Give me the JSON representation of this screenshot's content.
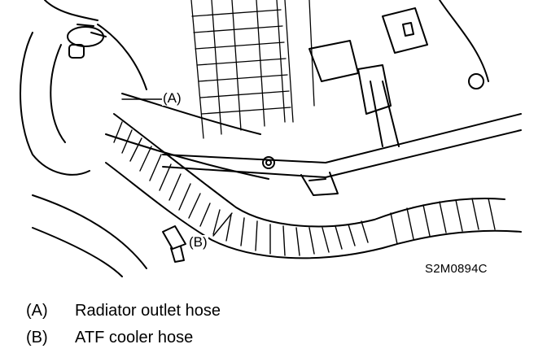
{
  "diagram": {
    "callouts": [
      {
        "id": "a",
        "text": "(A)"
      },
      {
        "id": "b",
        "text": "(B)"
      }
    ],
    "figure_code": "S2M0894C",
    "legend": [
      {
        "key": "(A)",
        "label": "Radiator outlet hose"
      },
      {
        "key": "(B)",
        "label": "ATF cooler hose"
      }
    ],
    "line_color": "#000000",
    "background": "#ffffff"
  }
}
